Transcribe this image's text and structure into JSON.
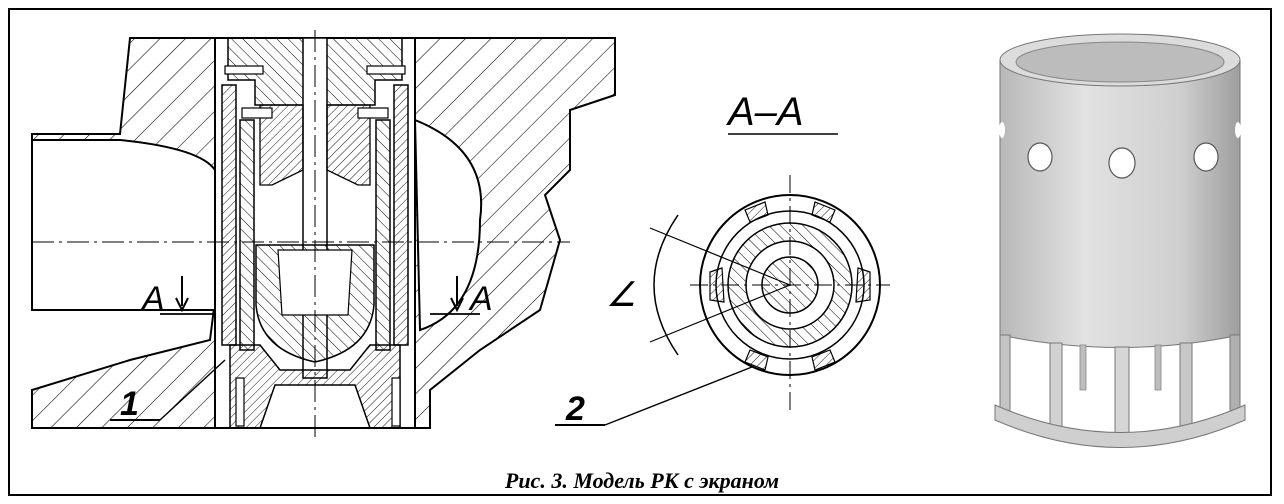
{
  "figure": {
    "caption": "Рис. 3. Модель РК с экраном",
    "labels": {
      "part_1": "1",
      "part_2": "2",
      "section_left": "A",
      "section_right": "A",
      "section_title": "A–A",
      "angle_symbol": "∠"
    }
  },
  "colors": {
    "line": "#000000",
    "hatch": "#000000",
    "model_body": "#d6d6d6",
    "model_shadow": "#a9a9a9"
  }
}
